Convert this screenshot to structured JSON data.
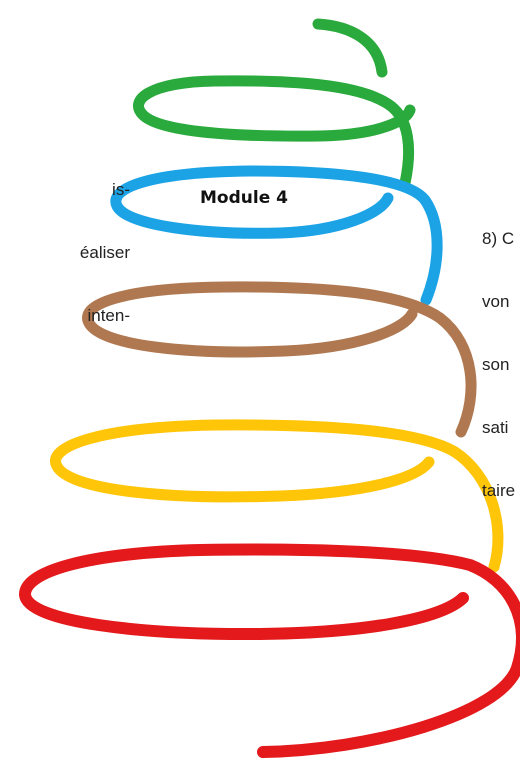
{
  "diagram": {
    "module_label": "Module 4",
    "left_text_lines": [
      "is-",
      "éaliser",
      "inten-"
    ],
    "right_text_lines": [
      "8) C",
      "von",
      "son",
      "sati",
      "taire"
    ],
    "coil_colors": {
      "green": "#2aaa3c",
      "blue": "#1ba3e6",
      "brown": "#b07850",
      "yellow": "#ffc508",
      "red": "#e4191c"
    }
  }
}
